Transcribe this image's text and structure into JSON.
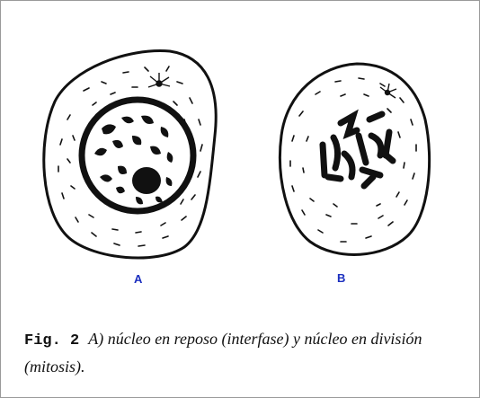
{
  "figure": {
    "label_a": "A",
    "label_b": "B",
    "caption_label": "Fig. 2",
    "caption_text": "A) núcleo en reposo (interfase) y núcleo en división (mitosis)."
  },
  "colors": {
    "ink": "#111111",
    "label_blue": "#1b2fbf",
    "frame": "#9a9a9a"
  }
}
